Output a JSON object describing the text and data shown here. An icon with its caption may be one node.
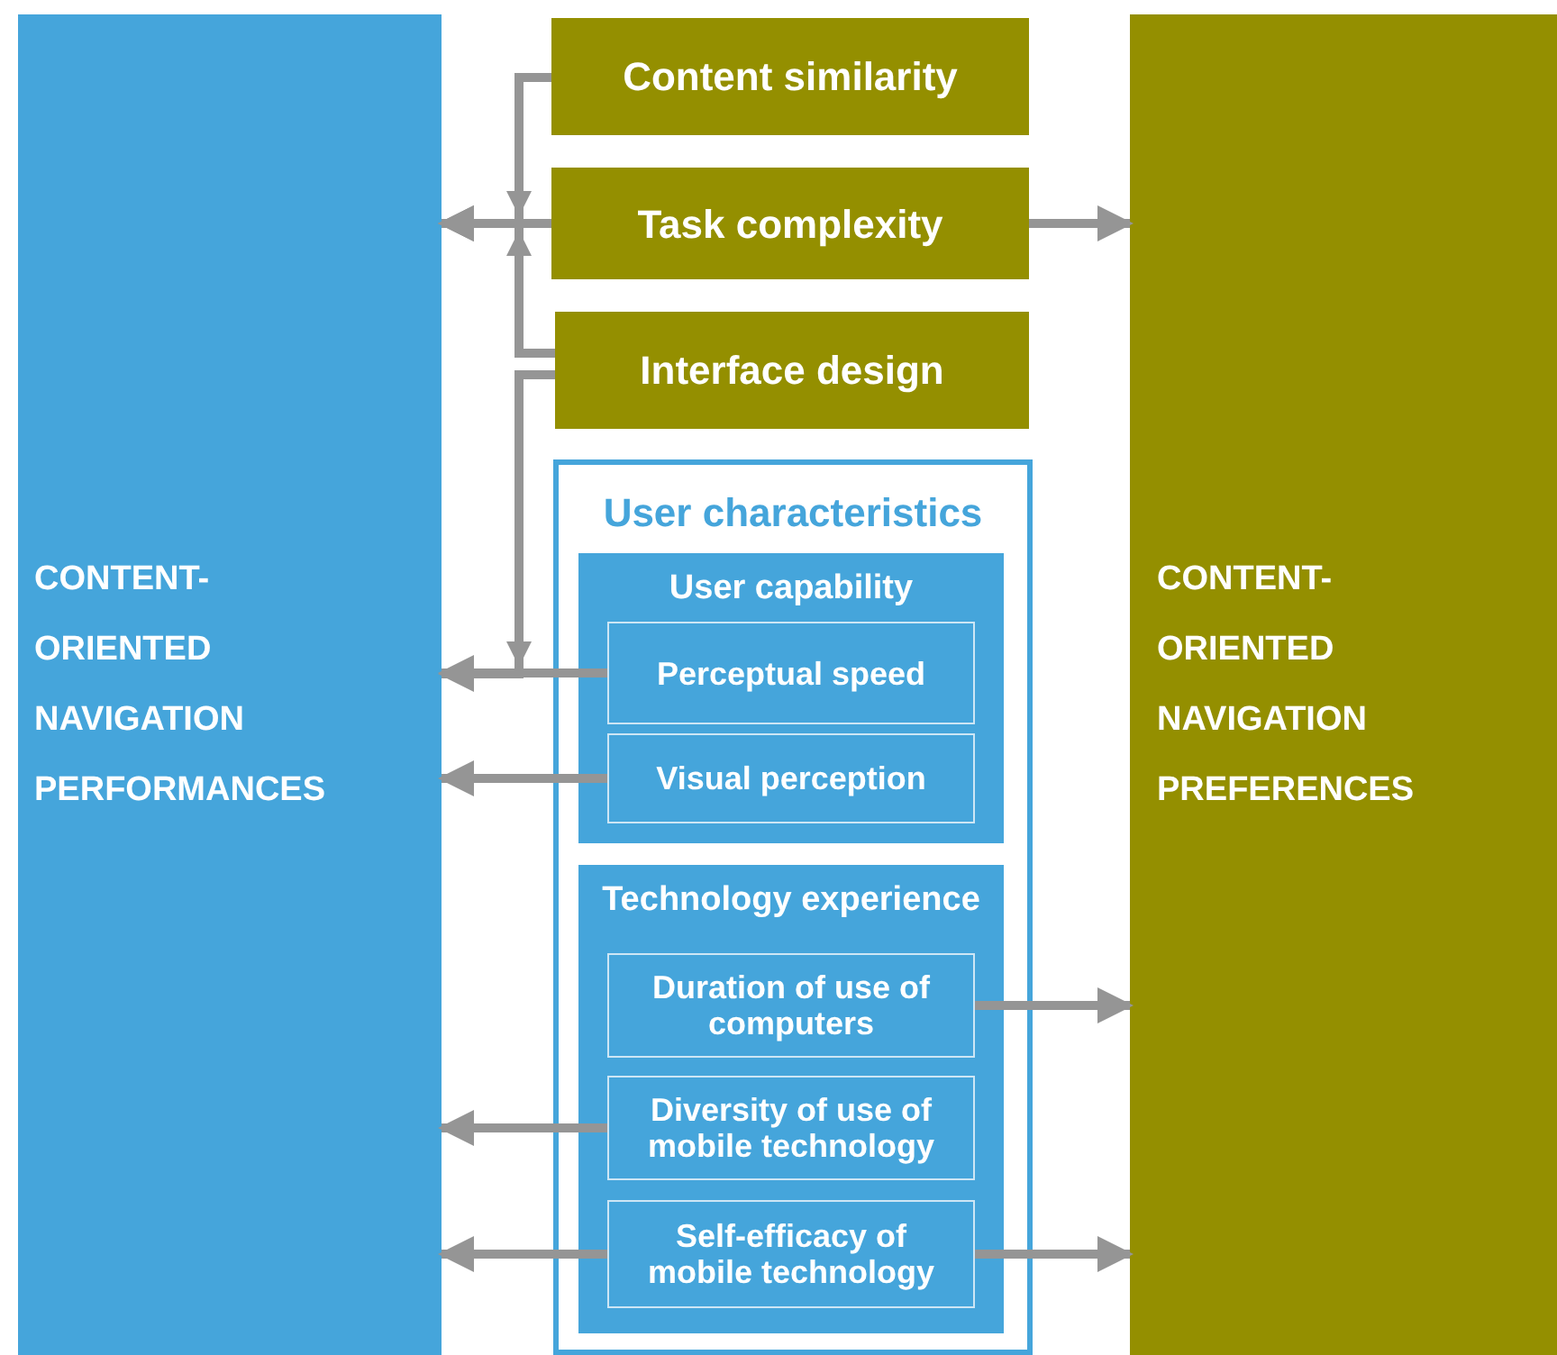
{
  "diagram": {
    "nodes": [
      {
        "text": [
          "CONTENT-ORIENTED NAVIGATION PERFORMANCES"
        ]
      },
      {
        "text": [
          "Content similarity"
        ]
      },
      {
        "text": [
          "Task complexity"
        ]
      },
      {
        "text": [
          "Interface design"
        ]
      },
      {
        "text": [
          "User characteristics"
        ]
      },
      {
        "text": [
          "User capability"
        ],
        "in": 4
      },
      {
        "text": [
          "Perceptual speed"
        ],
        "in": 5
      },
      {
        "text": [
          "Visual perception"
        ],
        "in": 5
      },
      {
        "text": [
          "Technology experience"
        ],
        "in": 4
      },
      {
        "text": [
          "Duration of use of computers"
        ],
        "in": 8
      },
      {
        "text": [
          "Diversity of use of mobile technology"
        ],
        "in": 8
      },
      {
        "text": [
          "Self-efficacy of mobile technology"
        ],
        "in": 8
      },
      {
        "text": [
          "CONTENT-ORIENTED NAVIGATION PREFERENCES"
        ]
      }
    ],
    "edges": [
      {
        "from": 1,
        "to": 0,
        "arrow": "to"
      },
      {
        "from": 2,
        "to": 0,
        "arrow": "to"
      },
      {
        "from": 3,
        "to": 0,
        "arrow": "to"
      },
      {
        "from": 2,
        "to": 12,
        "arrow": "to"
      },
      {
        "from": 3,
        "to": 0,
        "arrow": "to"
      },
      {
        "from": 6,
        "to": 0,
        "arrow": "to"
      },
      {
        "from": 7,
        "to": 0,
        "arrow": "to"
      },
      {
        "from": 9,
        "to": 12,
        "arrow": "to"
      },
      {
        "from": 10,
        "to": 0,
        "arrow": "to"
      },
      {
        "from": 11,
        "to": 0,
        "arrow": "to"
      },
      {
        "from": 11,
        "to": 12,
        "arrow": "to"
      }
    ]
  }
}
